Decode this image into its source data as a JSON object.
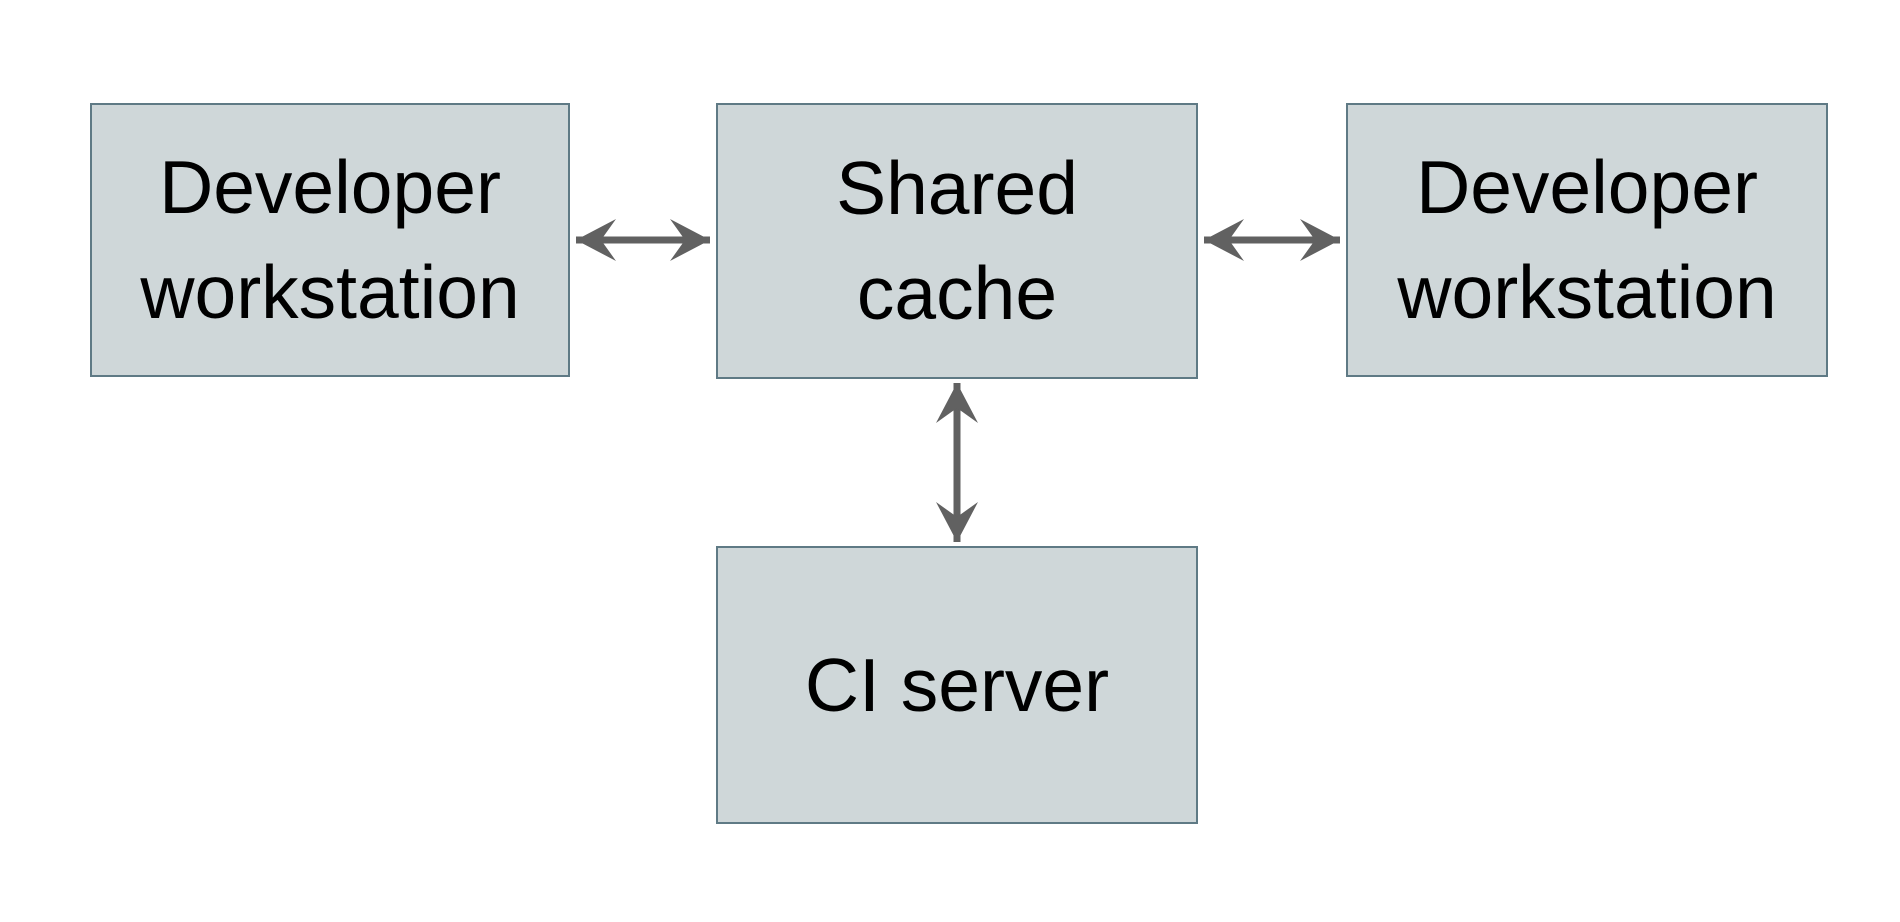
{
  "diagram": {
    "type": "architecture-diagram",
    "background": "#ffffff",
    "colors": {
      "node_fill": "#cfd7d9",
      "node_border": "#5f7a85",
      "text": "#000000",
      "arrow": "#616161"
    },
    "nodes": [
      {
        "id": "developer-workstation-left",
        "label": "Developer\nworkstation"
      },
      {
        "id": "shared-cache",
        "label": "Shared\ncache"
      },
      {
        "id": "developer-workstation-right",
        "label": "Developer\nworkstation"
      },
      {
        "id": "ci-server",
        "label": "CI server"
      }
    ],
    "edges": [
      {
        "from": "developer-workstation-left",
        "to": "shared-cache",
        "direction": "bidirectional",
        "orientation": "horizontal"
      },
      {
        "from": "shared-cache",
        "to": "developer-workstation-right",
        "direction": "bidirectional",
        "orientation": "horizontal"
      },
      {
        "from": "shared-cache",
        "to": "ci-server",
        "direction": "bidirectional",
        "orientation": "vertical"
      }
    ]
  }
}
